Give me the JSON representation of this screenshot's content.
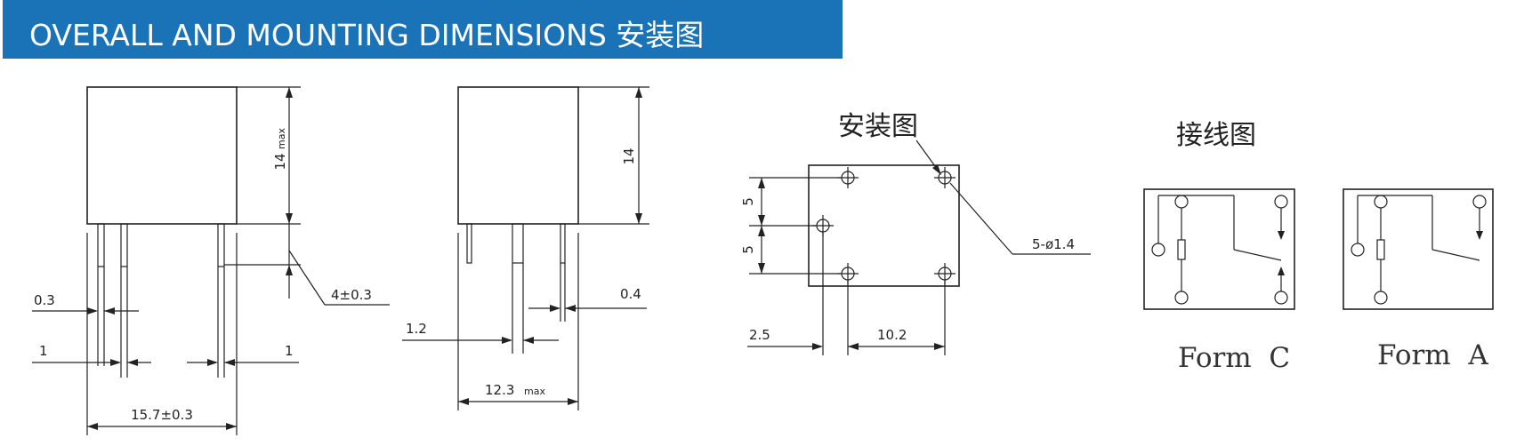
{
  "header": {
    "title": "OVERALL AND MOUNTING DIMENSIONS 安装图",
    "background": "#1a73b6"
  },
  "front_view": {
    "height_value": "14",
    "height_unit": "max",
    "terminal_length": "4±0.3",
    "terminal_thickness": "0.3",
    "left_pin_gap": "1",
    "right_pin_gap": "1",
    "overall_width": "15.7±0.3"
  },
  "side_view": {
    "height": "14",
    "pin_spacing": "1.2",
    "pin_width": "0.4",
    "depth_value": "12.3",
    "depth_unit": "max"
  },
  "mounting_view": {
    "title": "安装图",
    "vertical_pitch_top": "5",
    "vertical_pitch_bottom": "5",
    "hole_spec": "5-ø1.4",
    "edge_offset": "2.5",
    "hole_spacing": "10.2"
  },
  "wiring_view": {
    "title": "接线图",
    "form_c_label": "Form  C",
    "form_a_label": "Form  A"
  }
}
